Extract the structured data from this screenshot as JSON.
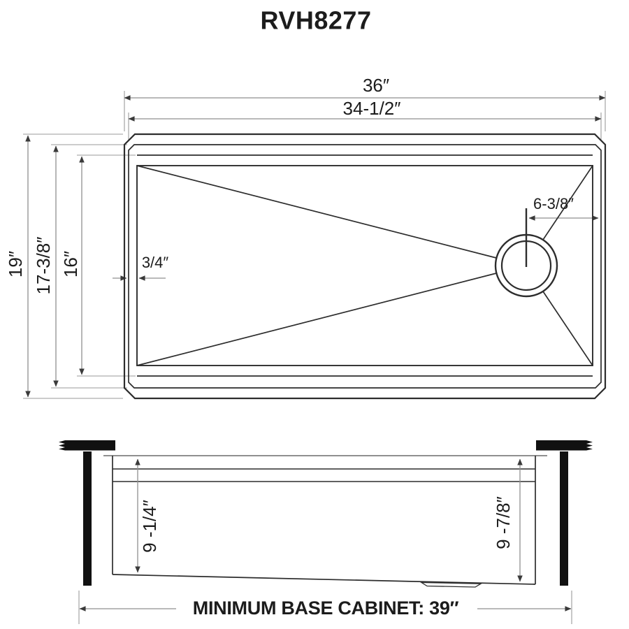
{
  "title": "RVH8277",
  "colors": {
    "object_line": "#2d2d2d",
    "dimension_line": "#8f8f8f",
    "text": "#1c1c1c",
    "background": "#ffffff"
  },
  "top_view": {
    "description": "sink top view",
    "dims": {
      "overall_width": "36″",
      "inner_width": "34-1/2″",
      "overall_depth": "19″",
      "rim_depth": "17-3/8″",
      "ledge_depth": "16″",
      "rim_lip": "3/4″",
      "drain_offset": "6-3/8″"
    }
  },
  "side_view": {
    "description": "sink side profile",
    "dims": {
      "bowl_depth_left": "9 -1/4″",
      "bowl_depth_right": "9 -7/8″"
    },
    "cabinet_note": "MINIMUM BASE CABINET: 39″"
  }
}
